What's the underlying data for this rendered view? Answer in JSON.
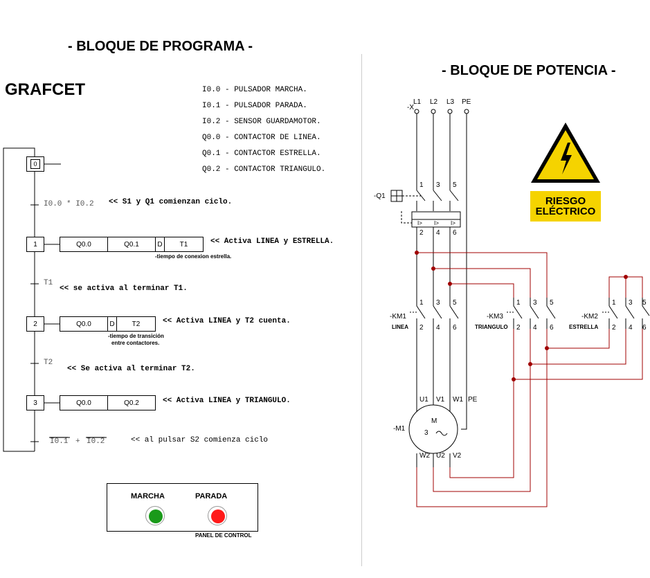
{
  "headers": {
    "program_block": "- BLOQUE DE PROGRAMA -",
    "power_block": "- BLOQUE DE POTENCIA -",
    "grafcet": "GRAFCET"
  },
  "legend": [
    "I0.0 - PULSADOR MARCHA.",
    "I0.1 - PULSADOR PARADA.",
    "I0.2 - SENSOR GUARDAMOTOR.",
    "Q0.0 - CONTACTOR DE LINEA.",
    "Q0.1 - CONTACTOR ESTRELLA.",
    "Q0.2 - CONTACTOR TRIANGULO."
  ],
  "grafcet": {
    "step0": "0",
    "t0_cond": "I0.0 * I0.2",
    "t0_comment": "<< S1 y Q1 comienzan ciclo.",
    "step1": "1",
    "step1_actions": [
      "Q0.0",
      "Q0.1",
      "D",
      "T1"
    ],
    "step1_comment": "<< Activa LINEA y ESTRELLA.",
    "step1_note": "-tiempo de conexion estrella.",
    "t1_cond": "T1",
    "t1_comment": "<< se activa al terminar T1.",
    "step2": "2",
    "step2_actions": [
      "Q0.0",
      "D",
      "T2"
    ],
    "step2_comment": "<< Activa LINEA y T2 cuenta.",
    "step2_note_1": "-tiempo de transición",
    "step2_note_2": "entre contactores.",
    "t2_cond": "T2",
    "t2_comment": "<< Se activa al terminar T2.",
    "step3": "3",
    "step3_actions": [
      "Q0.0",
      "Q0.2"
    ],
    "step3_comment": "<< Activa LINEA y TRIANGULO.",
    "t3_cond_a": "I0.1",
    "t3_plus": "+",
    "t3_cond_b": "I0.2",
    "t3_comment": "<< al pulsar S2 comienza ciclo"
  },
  "panel": {
    "marcha": "MARCHA",
    "parada": "PARADA",
    "title": "PANEL DE CONTROL",
    "marcha_color": "#1a9a1a",
    "parada_color": "#ff1a1a"
  },
  "power": {
    "terminal": "-X",
    "phases": [
      "L1",
      "L2",
      "L3",
      "PE"
    ],
    "q1": "-Q1",
    "q1_top": [
      "1",
      "3",
      "5"
    ],
    "q1_bottom": [
      "2",
      "4",
      "6"
    ],
    "trip": "I>",
    "km1": "-KM1",
    "km1_name": "LINEA",
    "km3": "-KM3",
    "km3_name": "TRIANGULO",
    "km2": "-KM2",
    "km2_name": "ESTRELLA",
    "contact_top": [
      "1",
      "3",
      "5"
    ],
    "contact_bottom": [
      "2",
      "4",
      "6"
    ],
    "motor": "-M1",
    "motor_m": "M",
    "motor_phase": "3",
    "motor_top": [
      "U1",
      "V1",
      "W1",
      "PE"
    ],
    "motor_bottom": [
      "W2",
      "U2",
      "V2"
    ],
    "warning_1": "RIESGO",
    "warning_2": "ELÉCTRICO",
    "wire_color": "#a00000",
    "warning_color": "#f5d300"
  }
}
